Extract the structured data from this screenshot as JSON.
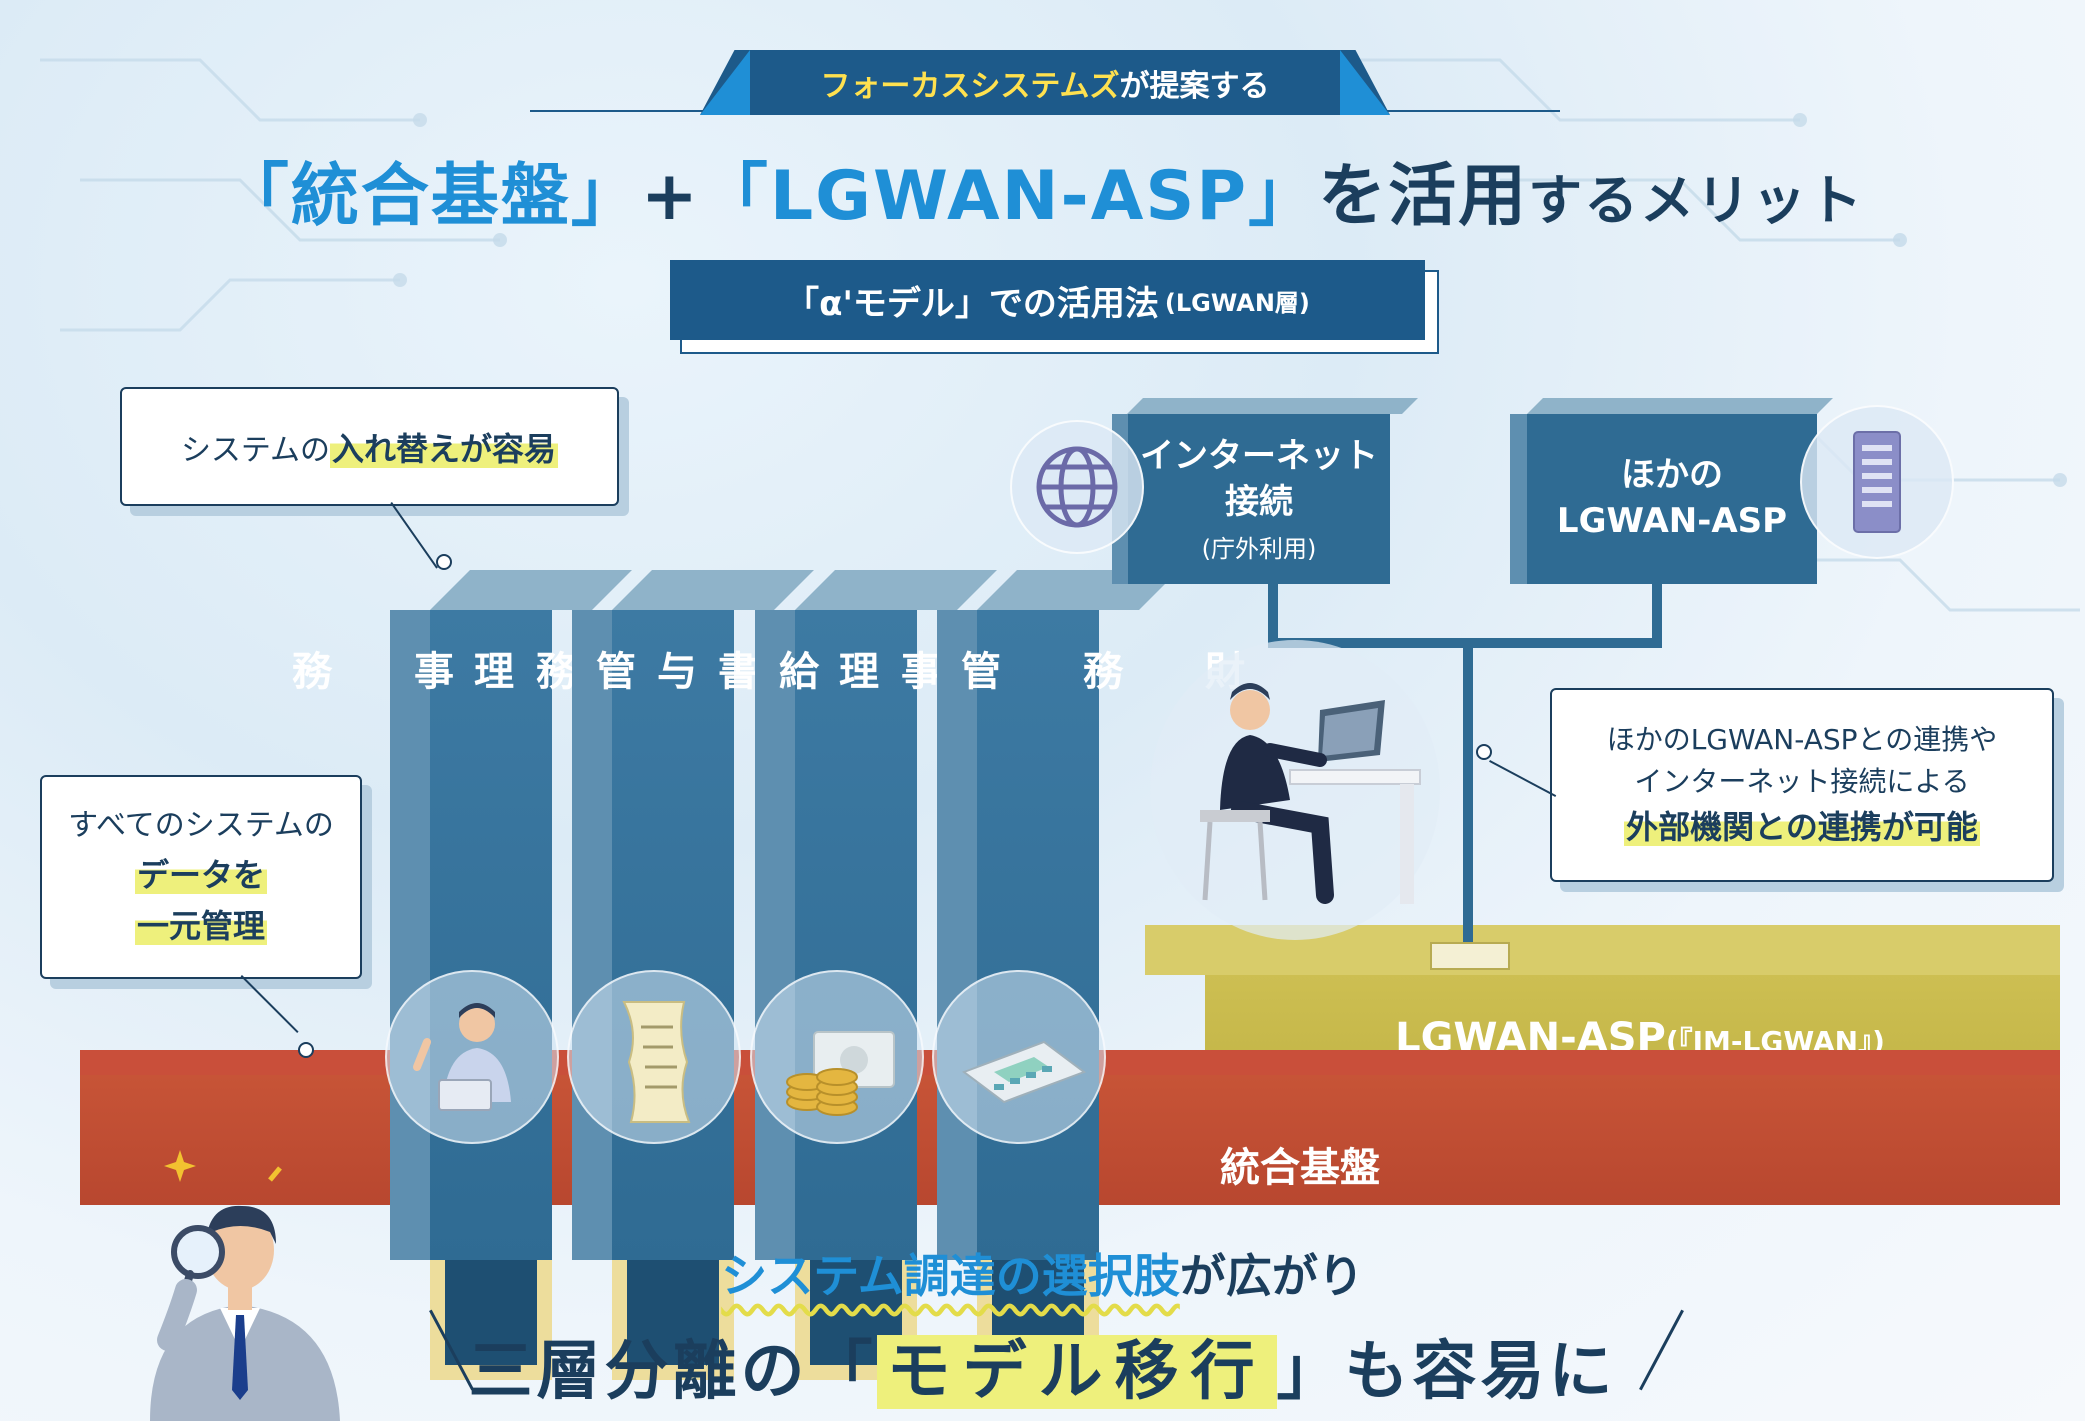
{
  "header": {
    "top_label_pre": "",
    "top_label_brand": "フォーカスシステムズ",
    "top_label_post": "が提案する",
    "title_part1": "「統合基盤」",
    "title_plus": "+",
    "title_part2": "「LGWAN-ASP」",
    "title_part3": "を活用",
    "title_part4": "するメリット",
    "subtitle_main": "「α'モデル」での活用法",
    "subtitle_sub": "(LGWAN層)"
  },
  "callouts": {
    "replace_pre": "システムの",
    "replace_hl": "入れ替えが容易",
    "data_line1": "すべてのシステムの",
    "data_line2": "データを",
    "data_line3": "一元管理",
    "ext_line1": "ほかのLGWAN-ASPとの連携や",
    "ext_line2": "インターネット接続による",
    "ext_line3": "外部機関との連携が可能"
  },
  "pillars": [
    {
      "label": "庶務事務",
      "icon": "office-worker-icon"
    },
    {
      "label": "文書管理",
      "icon": "document-icon"
    },
    {
      "label": "人事給与",
      "icon": "coins-icon"
    },
    {
      "label": "財務管理",
      "icon": "calculator-icon"
    }
  ],
  "top_boxes": {
    "internet_title1": "インターネット",
    "internet_title2": "接続",
    "internet_sub": "(庁外利用)",
    "other_title1": "ほかの",
    "other_title2": "LGWAN-ASP"
  },
  "platforms": {
    "base_label": "統合基盤",
    "lgwan_label": "LGWAN-ASP",
    "lgwan_sub": "(『IM-LGWAN』)"
  },
  "bottom": {
    "line1_blue": "システム調達の選択肢",
    "line1_rest": "が広がり",
    "line2_pre": "三層分離の「",
    "line2_hl": "モデル移行",
    "line2_post": "」も容易に"
  },
  "colors": {
    "navy": "#1b3e5d",
    "blue": "#1f8fd6",
    "pillar": "#2f6b93",
    "highlight": "#eef07c",
    "base": "#c75437",
    "lgwan": "#cdbf52"
  }
}
